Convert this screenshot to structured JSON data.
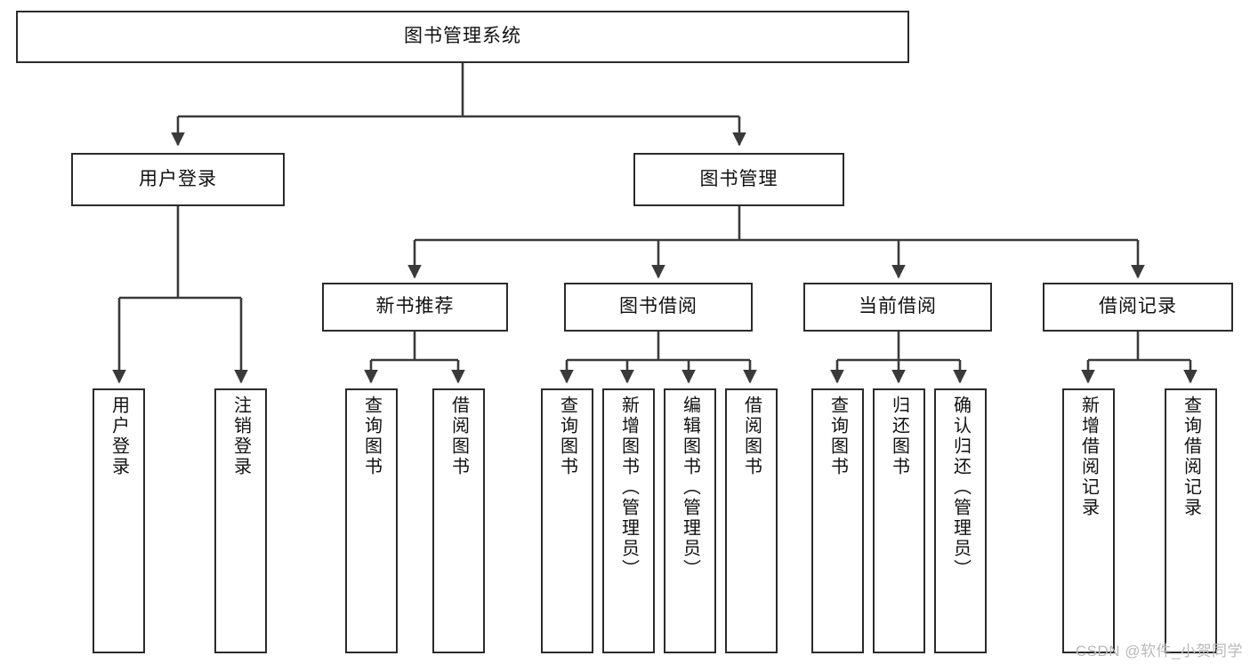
{
  "diagram": {
    "type": "tree",
    "title": "图书管理系统",
    "root": {
      "label": "图书管理系统"
    },
    "level2": [
      {
        "label": "用户登录"
      },
      {
        "label": "图书管理"
      }
    ],
    "level3": [
      {
        "label": "新书推荐"
      },
      {
        "label": "图书借阅"
      },
      {
        "label": "当前借阅"
      },
      {
        "label": "借阅记录"
      }
    ],
    "leaves": {
      "user_login": [
        {
          "label": "用户登录"
        },
        {
          "label": "注销登录"
        }
      ],
      "new_book_recommend": [
        {
          "label": "查询图书"
        },
        {
          "label": "借阅图书"
        }
      ],
      "book_borrow": [
        {
          "label": "查询图书"
        },
        {
          "label": "新增图书（管理员）"
        },
        {
          "label": "编辑图书（管理员）"
        },
        {
          "label": "借阅图书"
        }
      ],
      "current_borrow": [
        {
          "label": "查询图书"
        },
        {
          "label": "归还图书"
        },
        {
          "label": "确认归还（管理员）"
        }
      ],
      "borrow_record": [
        {
          "label": "新增借阅记录"
        },
        {
          "label": "查询借阅记录"
        }
      ]
    },
    "watermark": "CSDN @软件_小贺同学",
    "colors": {
      "border": "#2b2b2b",
      "fill": "#ffffff",
      "text": "#111111",
      "edge": "#3a3a3a",
      "watermark": "#b9b9b9"
    }
  }
}
